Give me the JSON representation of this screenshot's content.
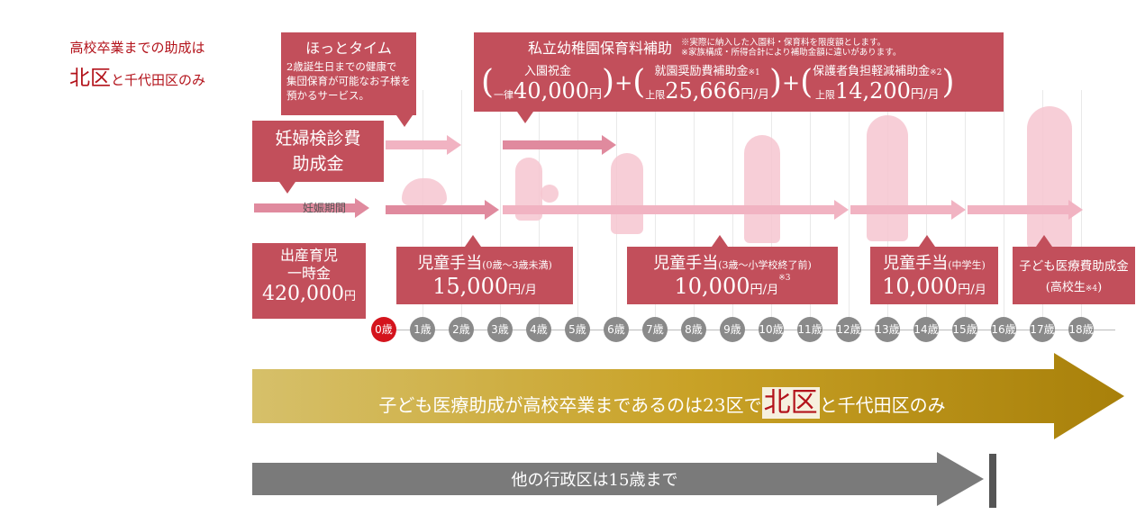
{
  "side_title": {
    "line1": "高校卒業までの助成は",
    "kita": "北区",
    "line2": "と千代田区のみ"
  },
  "hot_time": {
    "title": "ほっとタイム",
    "desc1": "2歳誕生日までの健康で",
    "desc2": "集団保育が可能なお子様を",
    "desc3": "預かるサービス。"
  },
  "shiritsu": {
    "title": "私立幼稚園保育料補助",
    "note1": "※実際に納入した入園料・保育料を限度額とします。",
    "note2": "※家族構成・所得合計により補助金額に違いがあります。",
    "item1": {
      "label": "入園祝金",
      "prefix": "一律",
      "amount": "40,000",
      "unit": "円"
    },
    "item2": {
      "label": "就園奨励費補助金",
      "mark": "※1",
      "prefix": "上限",
      "amount": "25,666",
      "unit": "円",
      "per": "月"
    },
    "item3": {
      "label": "保護者負担軽減補助金",
      "mark": "※2",
      "prefix": "上限",
      "amount": "14,200",
      "unit": "円",
      "per": "月"
    },
    "plus": "+"
  },
  "ninpu": {
    "line1": "妊婦検診費",
    "line2": "助成金"
  },
  "ninshin": "妊娠期間",
  "shussan": {
    "line1": "出産育児",
    "line2": "一時金",
    "amount": "420,000",
    "unit": "円"
  },
  "jido1": {
    "title": "児童手当",
    "range": "(0歳～3歳未満)",
    "amount": "15,000",
    "unit": "円",
    "per": "月"
  },
  "jido2": {
    "title": "児童手当",
    "range": "(3歳～小学校終了前)",
    "amount": "10,000",
    "unit": "円",
    "per": "月",
    "mark": "※3"
  },
  "jido3": {
    "title": "児童手当",
    "range": "(中学生)",
    "amount": "10,000",
    "unit": "円",
    "per": "月"
  },
  "iryo": {
    "line1": "子ども医療費助成金",
    "line2": "(高校生",
    "mark": "※4",
    "close": ")"
  },
  "ages": [
    "0歳",
    "1歳",
    "2歳",
    "3歳",
    "4歳",
    "5歳",
    "6歳",
    "7歳",
    "8歳",
    "9歳",
    "10歳",
    "11歳",
    "12歳",
    "13歳",
    "14歳",
    "15歳",
    "16歳",
    "17歳",
    "18歳"
  ],
  "gold_arrow": {
    "text1": "子ども医療助成が高校卒業まであるのは23区で",
    "kita": "北区",
    "text2": "と千代田区のみ"
  },
  "gray_arrow": {
    "text": "他の行政区は15歳まで"
  },
  "colors": {
    "accent": "#c24f5b",
    "kita_red": "#b3131b",
    "gold": "#c9a227",
    "gray": "#7a7a7a"
  }
}
